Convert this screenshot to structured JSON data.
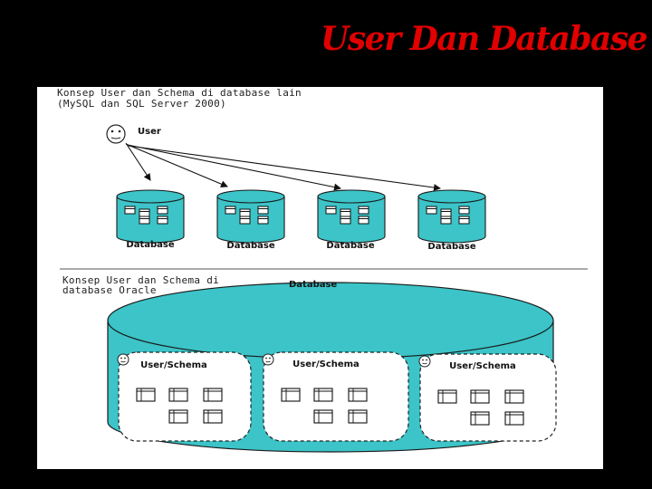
{
  "slide": {
    "title": "User Dan Database"
  },
  "top_section": {
    "caption_line1": "Konsep User dan Schema di database lain",
    "caption_line2": "(MySQL dan SQL Server 2000)",
    "user_label": "User",
    "databases": [
      {
        "label": "Database"
      },
      {
        "label": "Database"
      },
      {
        "label": "Database"
      },
      {
        "label": "Database"
      }
    ]
  },
  "bottom_section": {
    "caption_line1": "Konsep User dan Schema di",
    "caption_line2": "database Oracle",
    "database_label": "Database",
    "schemas": [
      {
        "label": "User/Schema"
      },
      {
        "label": "User/Schema"
      },
      {
        "label": "User/Schema"
      }
    ]
  },
  "colors": {
    "background": "#000000",
    "title": "#e00000",
    "cylinder_fill": "#3cc4c8",
    "cylinder_stroke": "#1a1a1a"
  }
}
